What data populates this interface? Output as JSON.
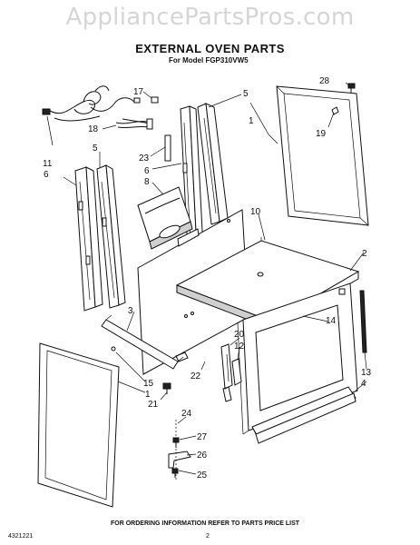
{
  "watermark": "AppliancePartsPros.com",
  "header": {
    "title": "EXTERNAL OVEN PARTS",
    "subtitle": "For Model FGP310VW5"
  },
  "callouts": [
    "28",
    "17",
    "5",
    "1",
    "19",
    "18",
    "11",
    "6",
    "5",
    "23",
    "6",
    "8",
    "10",
    "2",
    "3",
    "14",
    "20",
    "12",
    "13",
    "4",
    "15",
    "1",
    "21",
    "22",
    "24",
    "27",
    "26",
    "25"
  ],
  "footer": {
    "note": "FOR ORDERING INFORMATION REFER TO PARTS PRICE LIST",
    "doc_number": "4321221",
    "page_number": "2"
  }
}
